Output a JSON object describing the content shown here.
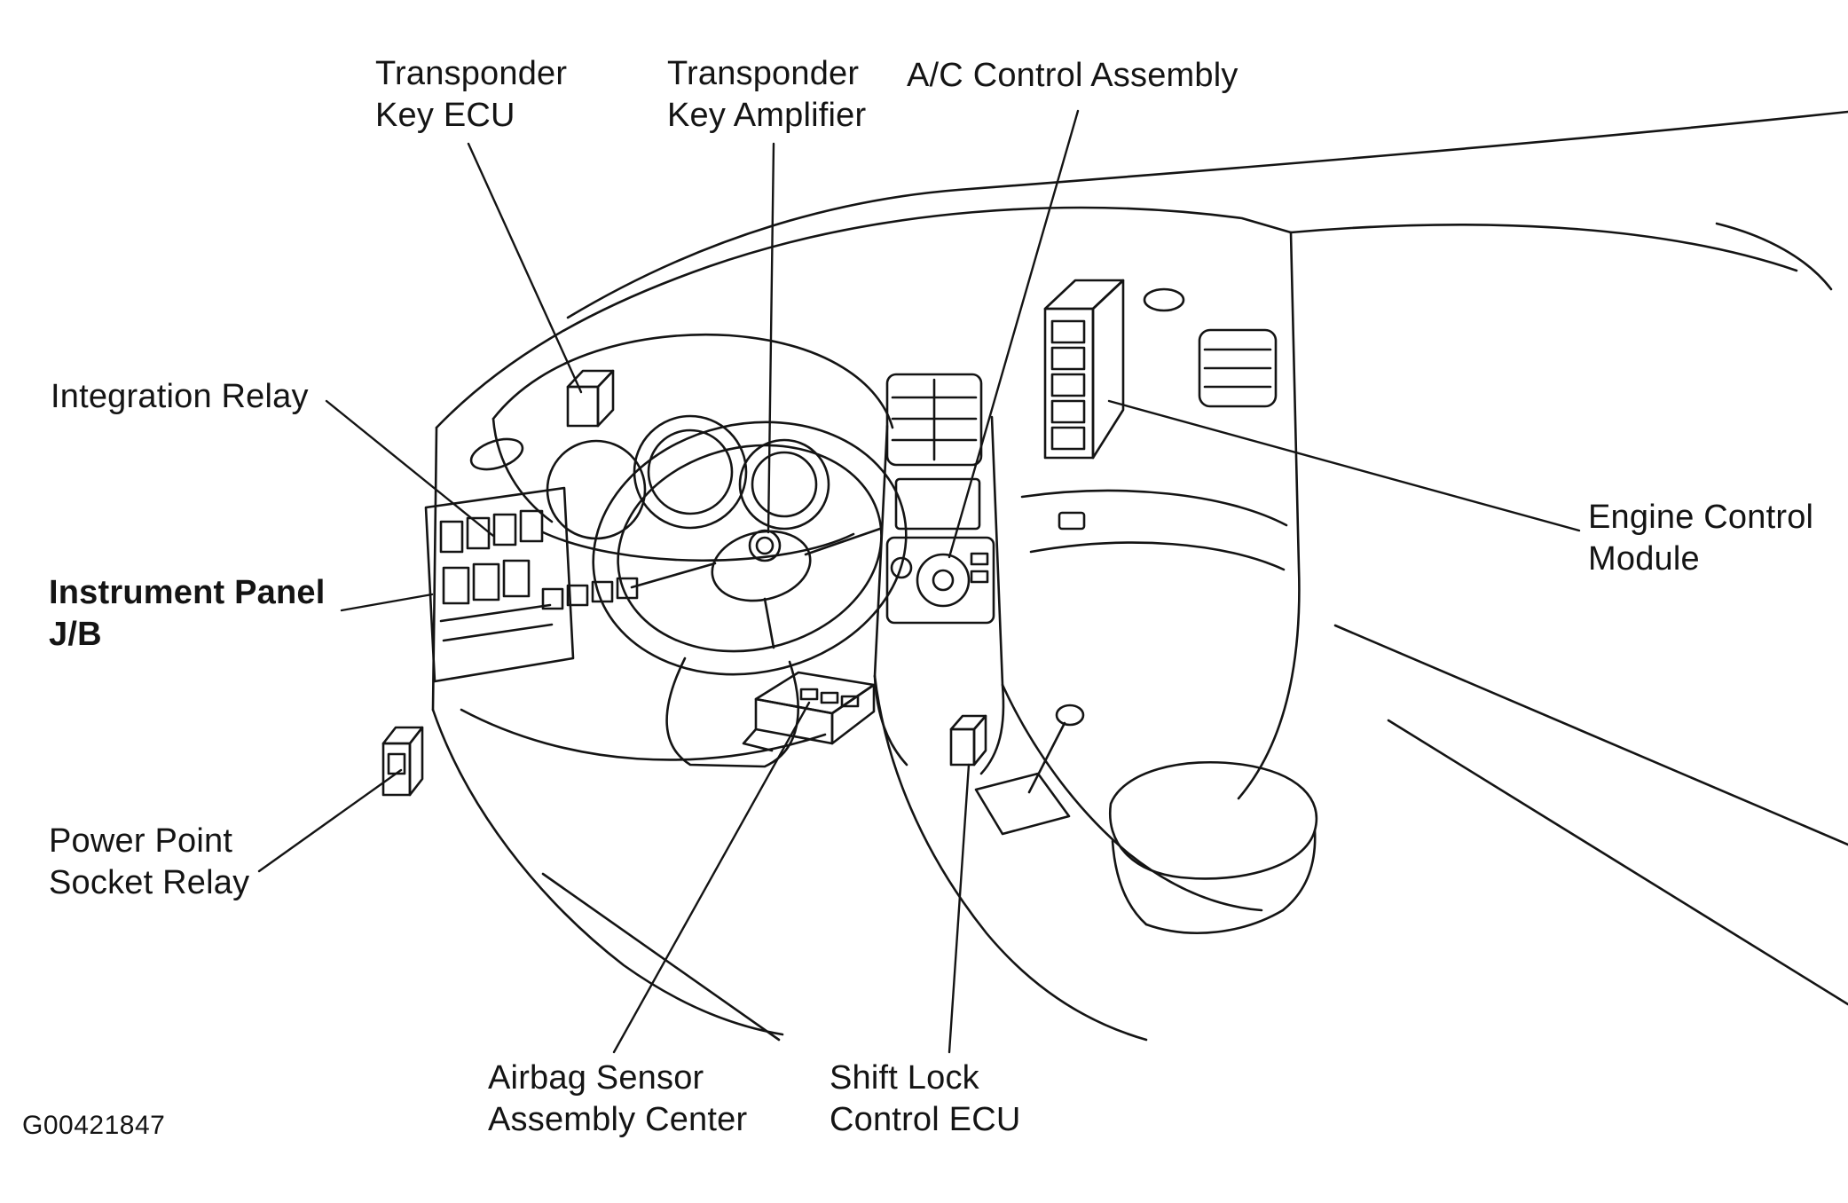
{
  "figure": {
    "code": "G00421847",
    "background": "#ffffff",
    "ink": "#141414"
  },
  "labels": {
    "transponder_key_ecu": {
      "lines": [
        "Transponder",
        "Key ECU"
      ]
    },
    "transponder_key_amplifier": {
      "lines": [
        "Transponder",
        "Key Amplifier"
      ]
    },
    "ac_control_assembly": {
      "lines": [
        "A/C Control Assembly"
      ]
    },
    "integration_relay": {
      "lines": [
        "Integration Relay"
      ]
    },
    "instrument_panel_jb": {
      "lines": [
        "Instrument Panel",
        "J/B"
      ]
    },
    "engine_control_module": {
      "lines": [
        "Engine Control",
        "Module"
      ]
    },
    "power_point_socket_relay": {
      "lines": [
        "Power Point",
        "Socket Relay"
      ]
    },
    "airbag_sensor_assembly_center": {
      "lines": [
        "Airbag Sensor",
        "Assembly Center"
      ]
    },
    "shift_lock_control_ecu": {
      "lines": [
        "Shift Lock",
        "Control ECU"
      ]
    }
  }
}
